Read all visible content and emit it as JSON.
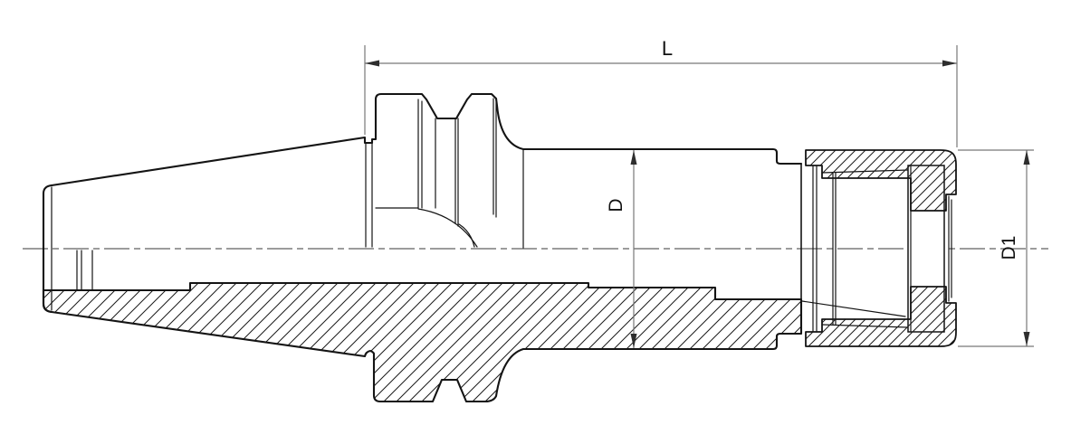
{
  "drawing": {
    "colors": {
      "background": "#ffffff",
      "outline": "#141414",
      "dimension_lines": "#787878",
      "labels": "#111111"
    },
    "dimensions": {
      "length": {
        "label": "L"
      },
      "body_diameter": {
        "label": "D"
      },
      "nut_diameter": {
        "label": "D1"
      }
    }
  }
}
